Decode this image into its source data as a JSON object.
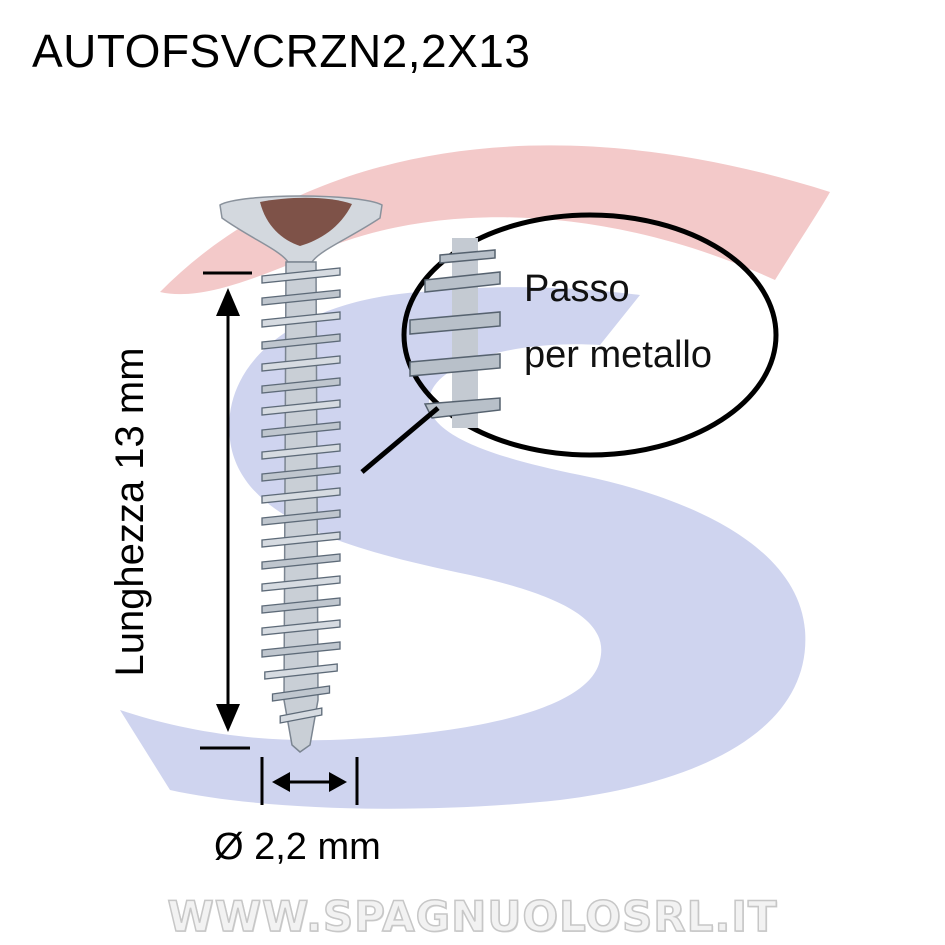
{
  "product": {
    "code": "AUTOFSVCRZN2,2X13"
  },
  "callout": {
    "line1": "Passo",
    "line2": "per metallo"
  },
  "dimensions": {
    "length_label": "Lunghezza 13 mm",
    "diameter_label": "Ø 2,2 mm"
  },
  "watermark": {
    "text": "WWW.SPAGNUOLOSRL.IT"
  },
  "colors": {
    "logo_red": "#f3c9c9",
    "logo_blue": "#cfd4ef",
    "screw_metal": "#c9cfd6",
    "screw_shadow": "#5d6a78",
    "head_recess": "#6e3b2e"
  }
}
